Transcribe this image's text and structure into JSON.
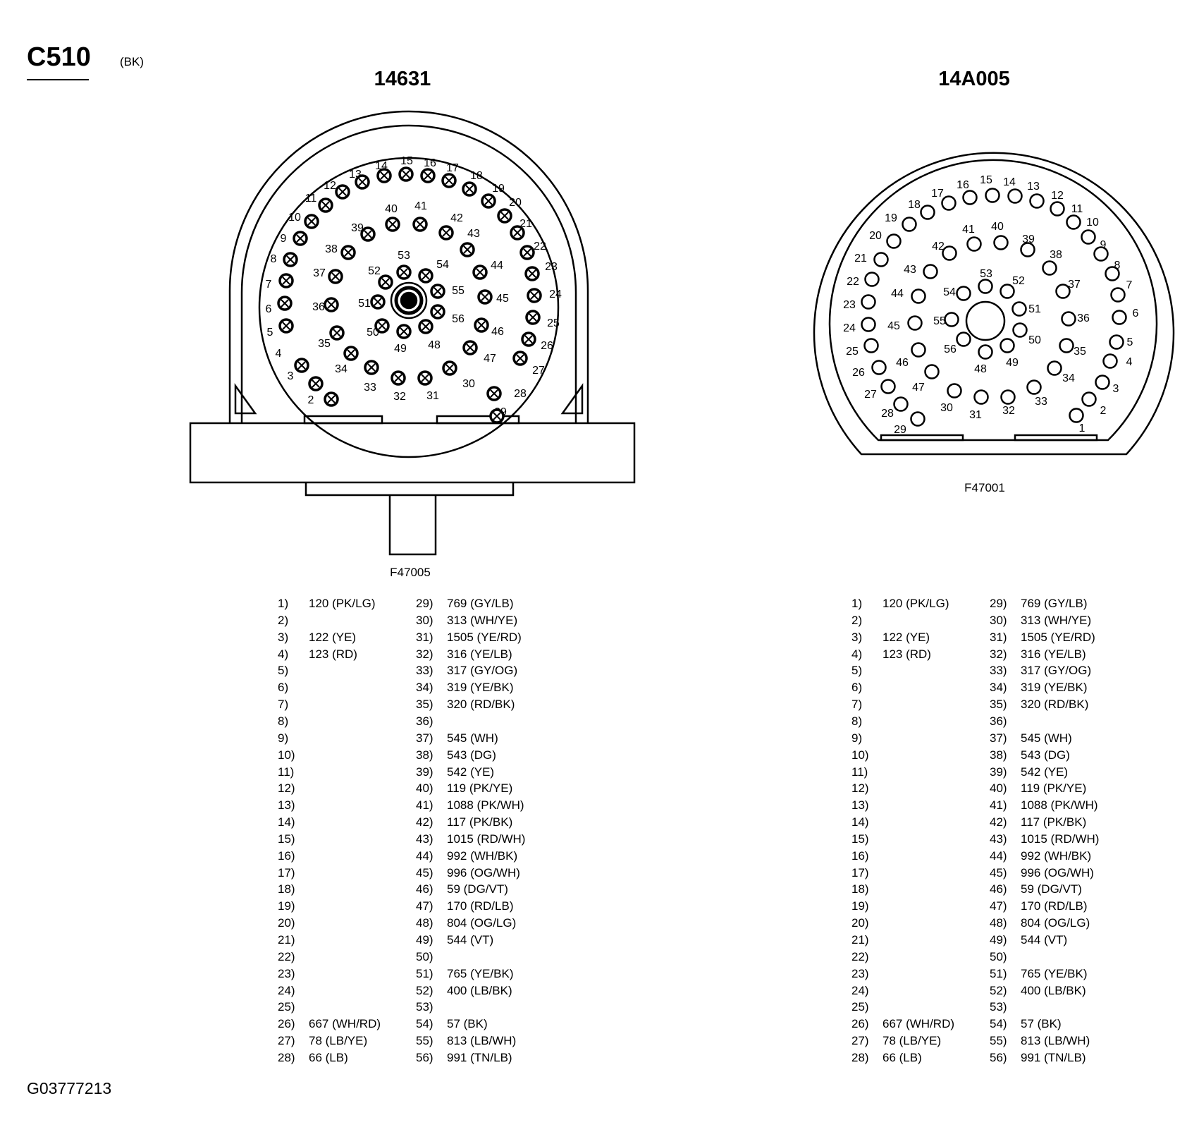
{
  "connector": {
    "id": "C510",
    "color": "(BK)"
  },
  "drawing_id": "G03777213",
  "parts": [
    {
      "title": "14631",
      "figure_code": "F47005"
    },
    {
      "title": "14A005",
      "figure_code": "F47001"
    }
  ],
  "pins": [
    {
      "no": "1)",
      "wire": "120 (PK/LG)"
    },
    {
      "no": "2)",
      "wire": ""
    },
    {
      "no": "3)",
      "wire": "122 (YE)"
    },
    {
      "no": "4)",
      "wire": "123 (RD)"
    },
    {
      "no": "5)",
      "wire": ""
    },
    {
      "no": "6)",
      "wire": ""
    },
    {
      "no": "7)",
      "wire": ""
    },
    {
      "no": "8)",
      "wire": ""
    },
    {
      "no": "9)",
      "wire": ""
    },
    {
      "no": "10)",
      "wire": ""
    },
    {
      "no": "11)",
      "wire": ""
    },
    {
      "no": "12)",
      "wire": ""
    },
    {
      "no": "13)",
      "wire": ""
    },
    {
      "no": "14)",
      "wire": ""
    },
    {
      "no": "15)",
      "wire": ""
    },
    {
      "no": "16)",
      "wire": ""
    },
    {
      "no": "17)",
      "wire": ""
    },
    {
      "no": "18)",
      "wire": ""
    },
    {
      "no": "19)",
      "wire": ""
    },
    {
      "no": "20)",
      "wire": ""
    },
    {
      "no": "21)",
      "wire": ""
    },
    {
      "no": "22)",
      "wire": ""
    },
    {
      "no": "23)",
      "wire": ""
    },
    {
      "no": "24)",
      "wire": ""
    },
    {
      "no": "25)",
      "wire": ""
    },
    {
      "no": "26)",
      "wire": "667 (WH/RD)"
    },
    {
      "no": "27)",
      "wire": "78 (LB/YE)"
    },
    {
      "no": "28)",
      "wire": "66 (LB)"
    },
    {
      "no": "29)",
      "wire": "769 (GY/LB)"
    },
    {
      "no": "30)",
      "wire": "313 (WH/YE)"
    },
    {
      "no": "31)",
      "wire": "1505 (YE/RD)"
    },
    {
      "no": "32)",
      "wire": "316 (YE/LB)"
    },
    {
      "no": "33)",
      "wire": "317 (GY/OG)"
    },
    {
      "no": "34)",
      "wire": "319 (YE/BK)"
    },
    {
      "no": "35)",
      "wire": "320 (RD/BK)"
    },
    {
      "no": "36)",
      "wire": ""
    },
    {
      "no": "37)",
      "wire": "545 (WH)"
    },
    {
      "no": "38)",
      "wire": "543 (DG)"
    },
    {
      "no": "39)",
      "wire": "542 (YE)"
    },
    {
      "no": "40)",
      "wire": "119 (PK/YE)"
    },
    {
      "no": "41)",
      "wire": "1088 (PK/WH)"
    },
    {
      "no": "42)",
      "wire": "117 (PK/BK)"
    },
    {
      "no": "43)",
      "wire": "1015 (RD/WH)"
    },
    {
      "no": "44)",
      "wire": "992 (WH/BK)"
    },
    {
      "no": "45)",
      "wire": "996 (OG/WH)"
    },
    {
      "no": "46)",
      "wire": "59 (DG/VT)"
    },
    {
      "no": "47)",
      "wire": "170 (RD/LB)"
    },
    {
      "no": "48)",
      "wire": "804 (OG/LG)"
    },
    {
      "no": "49)",
      "wire": "544 (VT)"
    },
    {
      "no": "50)",
      "wire": ""
    },
    {
      "no": "51)",
      "wire": "765 (YE/BK)"
    },
    {
      "no": "52)",
      "wire": "400 (LB/BK)"
    },
    {
      "no": "53)",
      "wire": ""
    },
    {
      "no": "54)",
      "wire": "57 (BK)"
    },
    {
      "no": "55)",
      "wire": "813 (LB/WH)"
    },
    {
      "no": "56)",
      "wire": "991 (TN/LB)"
    }
  ]
}
